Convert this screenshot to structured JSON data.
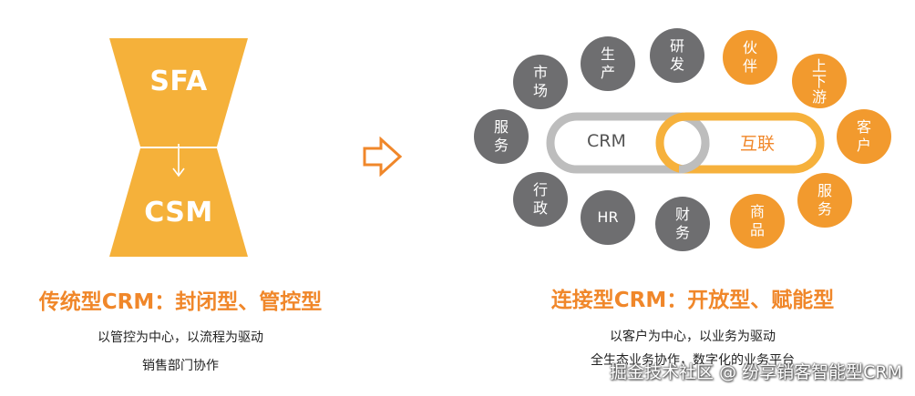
{
  "left": {
    "top_label": "SFA",
    "bottom_label": "CSM",
    "headline": "传统型CRM：封闭型、管控型",
    "line1": "以管控为中心，以流程为驱动",
    "line2": "销售部门协作",
    "color": "#f5b13a"
  },
  "arrow": {
    "color": "#f0872a"
  },
  "right": {
    "chain_left_label": "CRM",
    "chain_right_label": "互联",
    "headline": "连接型CRM：开放型、赋能型",
    "line1": "以客户为中心，以业务为驱动",
    "line2": "全生态业务协作，数字化的业务平台",
    "gray_color": "#6e6e70",
    "orange_color": "#f29a2e",
    "gray_nodes": [
      "市场",
      "生产",
      "研发",
      "服务",
      "行政",
      "HR",
      "财务"
    ],
    "orange_nodes": [
      "伙伴",
      "上下游",
      "客户",
      "服务",
      "商品"
    ]
  },
  "watermark": "掘金技术社区 @ 纷享销客智能型CRM"
}
